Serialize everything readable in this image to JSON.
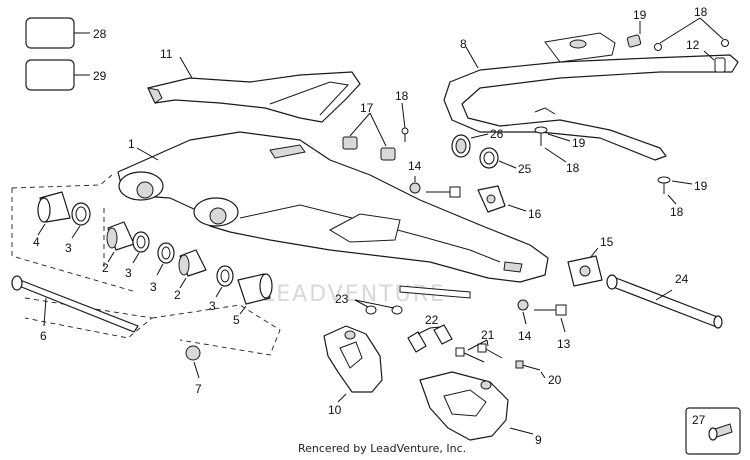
{
  "watermark": "LEADVENTURE",
  "credit": "Rencered by LeadVenture, Inc.",
  "labels": {
    "l28": "28",
    "l29": "29",
    "l11": "11",
    "l8": "8",
    "l19a": "19",
    "l18a": "18",
    "l12": "12",
    "l17": "17",
    "l18b": "18",
    "l26": "26",
    "l19b": "19",
    "l1": "1",
    "l14a": "14",
    "l18c": "18",
    "l25": "25",
    "l19c": "19",
    "l16": "16",
    "l18d": "18",
    "l4": "4",
    "l3a": "3",
    "l2a": "2",
    "l3b": "3",
    "l3c": "3",
    "l2b": "2",
    "l15": "15",
    "l24": "24",
    "l23": "23",
    "l3d": "3",
    "l5": "5",
    "l6": "6",
    "l22": "22",
    "l14b": "14",
    "l21": "21",
    "l13": "13",
    "l7": "7",
    "l20": "20",
    "l10": "10",
    "l27": "27",
    "l9": "9"
  }
}
